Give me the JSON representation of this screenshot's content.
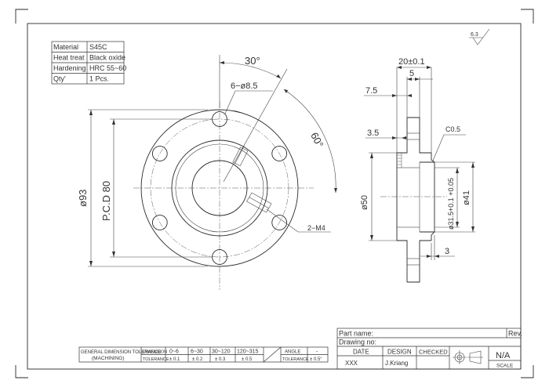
{
  "material_table": {
    "rows": [
      {
        "label": "Material",
        "value": "S45C"
      },
      {
        "label": "Heat treat",
        "value": "Black oxide"
      },
      {
        "label": "Hardening",
        "value": "HRC 55~60"
      },
      {
        "label": "Qty'",
        "value": "1 Pcs."
      }
    ]
  },
  "surface_roughness": "6.3",
  "front_view": {
    "angle_30": "30°",
    "holes": "6−ø8.5",
    "angle_60": "60°",
    "outer_dia": "ø93",
    "pcd": "P.C.D 80",
    "tap": "2−M4"
  },
  "side_view": {
    "width_20": "20±0.1",
    "width_5": "5",
    "dim_7_5": "7.5",
    "dim_3_5": "3.5",
    "chamfer": "C0.5",
    "dia_50": "ø50",
    "bore": "ø31.5+0.1 +0.05",
    "dia_41": "ø41",
    "dim_3": "3"
  },
  "tolerance_table": {
    "title_line1": "GENERAL DIMENSION TOLERANCE",
    "title_line2": "(MACHINING)",
    "dimension_label": "DIMENSION",
    "tolerance_label": "TOLERANCE",
    "ranges": [
      "0~6",
      "6~30",
      "30~120",
      "120~315"
    ],
    "tolerances": [
      "± 0.1",
      "± 0.2",
      "± 0.3",
      "± 0.5"
    ],
    "angle_label": "ANGLE",
    "angle_tolerance_label": "TOLERANCE",
    "angle_value": "-",
    "angle_tolerance": "± 0.5°"
  },
  "title_block": {
    "part_name_label": "Part name:",
    "drawing_no_label": "Drawing no:",
    "rev_label": "Rev.",
    "date_label": "DATE",
    "design_label": "DESIGN",
    "checked_label": "CHECKED",
    "date_value": "XXX",
    "design_value": "J.Kriang",
    "scale_value": "N/A",
    "scale_label": "SCALE"
  }
}
